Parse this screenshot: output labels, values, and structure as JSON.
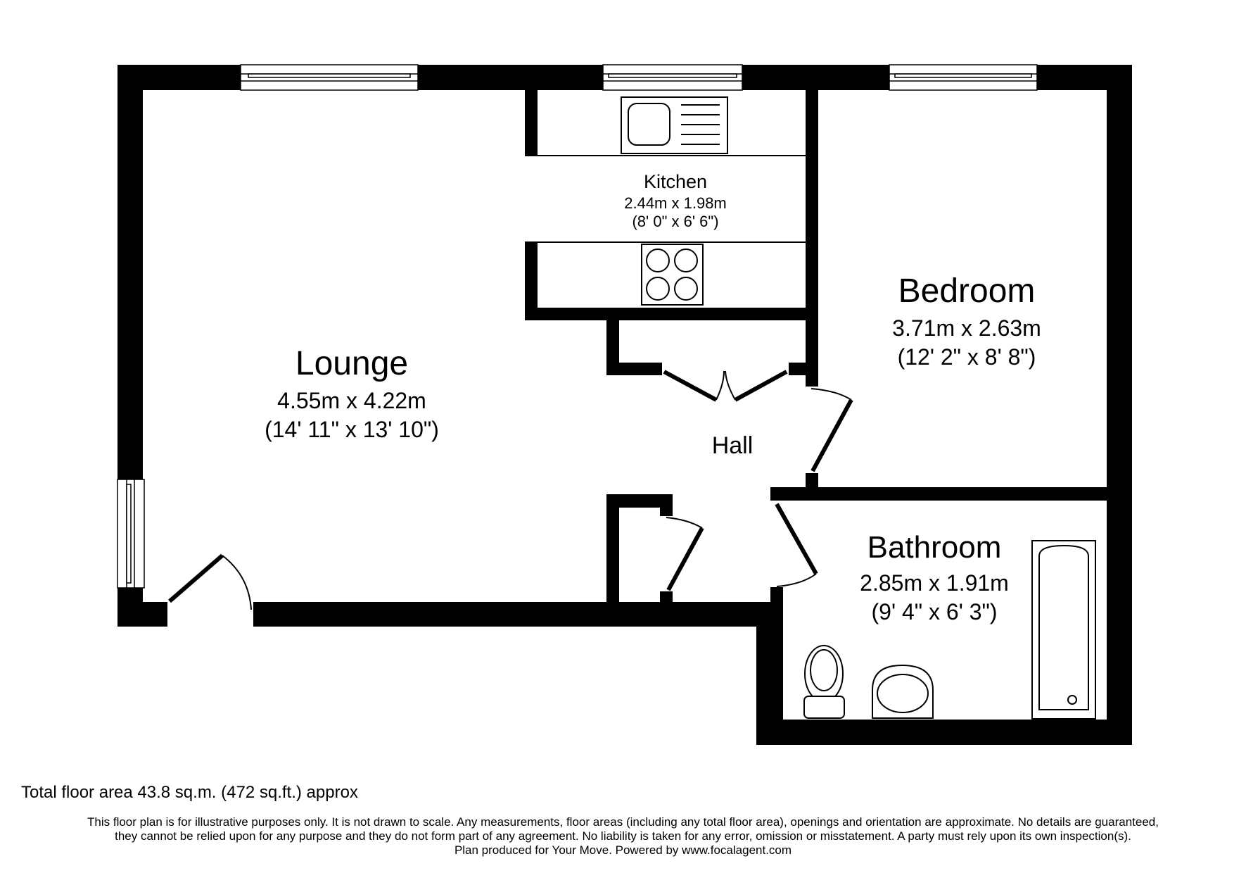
{
  "plan": {
    "wall_color": "#000000",
    "background": "#ffffff",
    "rooms": [
      {
        "id": "lounge",
        "name": "Lounge",
        "metric": "4.55m x 4.22m",
        "imperial": "(14' 11\" x 13' 10\")"
      },
      {
        "id": "kitchen",
        "name": "Kitchen",
        "metric": "2.44m x 1.98m",
        "imperial": "(8' 0\" x 6' 6\")"
      },
      {
        "id": "bedroom",
        "name": "Bedroom",
        "metric": "3.71m x 2.63m",
        "imperial": "(12' 2\" x 8' 8\")"
      },
      {
        "id": "hall",
        "name": "Hall"
      },
      {
        "id": "bathroom",
        "name": "Bathroom",
        "metric": "2.85m x 1.91m",
        "imperial": "(9' 4\" x 6' 3\")"
      }
    ],
    "fixtures": [
      "sink-unit-icon",
      "hob-icon",
      "toilet-icon",
      "basin-icon",
      "bath-icon"
    ]
  },
  "footer": {
    "total_area": "Total floor area 43.8 sq.m. (472 sq.ft.) approx",
    "disclaimer": [
      "This floor plan is for illustrative purposes only. It is not drawn to scale. Any measurements, floor areas (including any total floor area), openings and orientation are approximate. No details are guaranteed,",
      "they cannot be relied upon for any purpose and they do not form part of any agreement. No liability is taken for any error, omission or misstatement. A party must rely upon its own inspection(s).",
      "Plan produced for Your Move. Powered by www.focalagent.com"
    ]
  }
}
